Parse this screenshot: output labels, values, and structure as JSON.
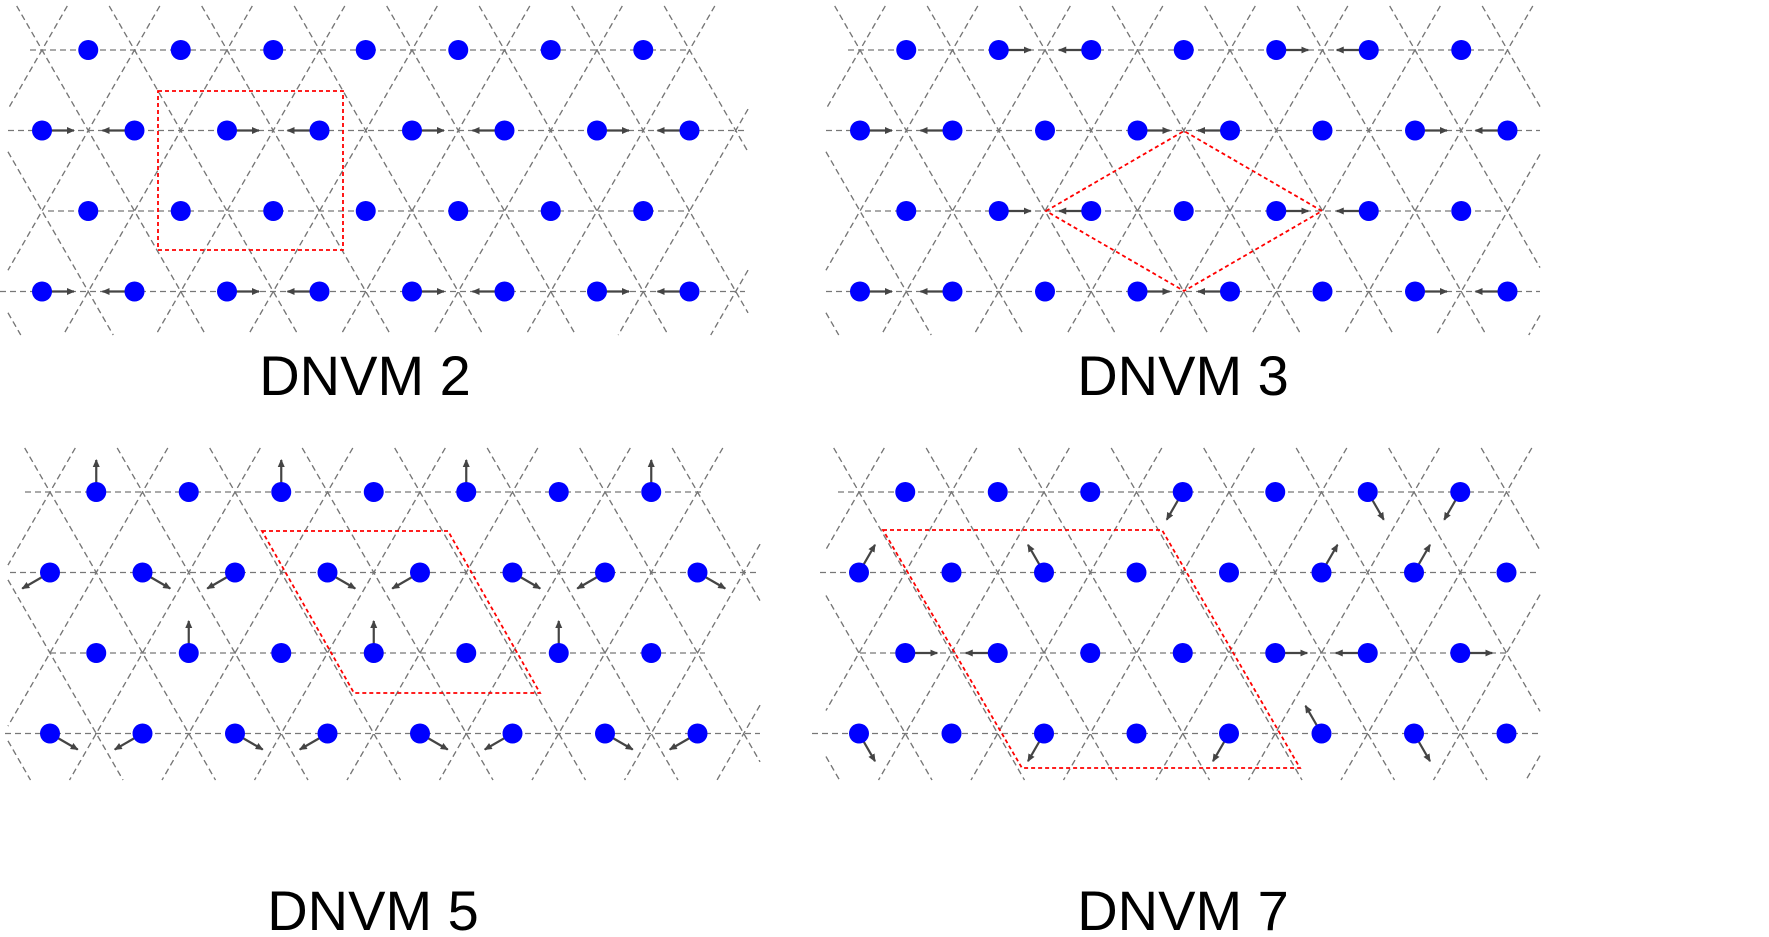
{
  "figure": {
    "panels": [
      {
        "id": "dnvm2",
        "label": "DNVM 2",
        "cell": "rectangle",
        "rows": [
          {
            "count": 7,
            "displacements": [
              "0",
              "0",
              "0",
              "0",
              "0",
              "0",
              "0"
            ]
          },
          {
            "count": 8,
            "displacements": [
              "R",
              "L",
              "R",
              "L",
              "R",
              "L",
              "R",
              "L"
            ]
          },
          {
            "count": 7,
            "displacements": [
              "0",
              "0",
              "0",
              "0",
              "0",
              "0",
              "0"
            ]
          },
          {
            "count": 8,
            "displacements": [
              "R",
              "L",
              "R",
              "L",
              "R",
              "L",
              "R",
              "L"
            ]
          }
        ]
      },
      {
        "id": "dnvm3",
        "label": "DNVM 3",
        "cell": "rhombus",
        "rows": [
          {
            "count": 7,
            "displacements": [
              "0",
              "R",
              "L",
              "0",
              "R",
              "L",
              "0"
            ]
          },
          {
            "count": 8,
            "displacements": [
              "R",
              "L",
              "0",
              "R",
              "L",
              "0",
              "R",
              "L"
            ]
          },
          {
            "count": 7,
            "displacements": [
              "0",
              "R",
              "L",
              "0",
              "R",
              "L",
              "0"
            ]
          },
          {
            "count": 8,
            "displacements": [
              "R",
              "L",
              "0",
              "R",
              "L",
              "0",
              "R",
              "L"
            ]
          }
        ]
      },
      {
        "id": "dnvm5",
        "label": "DNVM 5",
        "cell": "parallelogram",
        "rows": [
          {
            "count": 7,
            "displacements": [
              "U",
              "0",
              "U",
              "0",
              "U",
              "0",
              "U"
            ]
          },
          {
            "count": 8,
            "displacements": [
              "DL",
              "DR",
              "DL",
              "DR",
              "DL",
              "DR",
              "DL",
              "DR"
            ]
          },
          {
            "count": 7,
            "displacements": [
              "0",
              "U",
              "0",
              "U",
              "0",
              "U",
              "0"
            ]
          },
          {
            "count": 8,
            "displacements": [
              "DR",
              "DL",
              "DR",
              "DL",
              "DR",
              "DL",
              "DR",
              "DL"
            ]
          }
        ]
      },
      {
        "id": "dnvm7",
        "label": "DNVM 7",
        "cell": "parallelogram-wide",
        "rows": [
          {
            "count": 7,
            "displacements": [
              "0",
              "0",
              "0",
              "DL",
              "0",
              "DR",
              "DL"
            ]
          },
          {
            "count": 8,
            "displacements": [
              "UR",
              "0",
              "UL",
              "0",
              "0",
              "UR",
              "UR",
              "0"
            ]
          },
          {
            "count": 7,
            "displacements": [
              "R",
              "L",
              "0",
              "0",
              "R",
              "L",
              "R"
            ]
          },
          {
            "count": 8,
            "displacements": [
              "DR",
              "0",
              "DL",
              "0",
              "DL",
              "UL",
              "DR",
              "0"
            ]
          }
        ]
      }
    ],
    "colors": {
      "atom": "#0000ff",
      "arrow": "#444444",
      "lattice_line": "#777777",
      "unit_cell": "#ff0000"
    }
  }
}
